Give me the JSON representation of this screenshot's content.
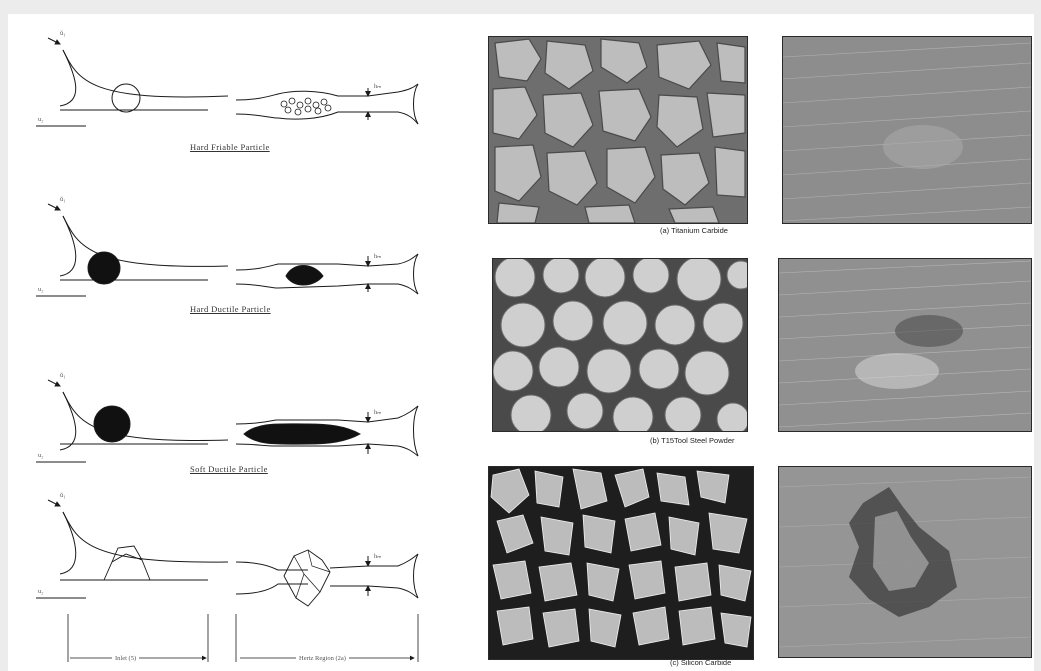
{
  "diagrams": {
    "cases": [
      {
        "caption": "Hard Friable Particle"
      },
      {
        "caption": "Hard Ductile Particle"
      },
      {
        "caption": "Soft Ductile Particle"
      }
    ],
    "labels": {
      "u1": "ŭ₁",
      "u2": "u₂",
      "hm": "hₘ",
      "inlet": "Inlet (5)",
      "hertz": "Hertz Region (2a)"
    }
  },
  "micrographs": [
    {
      "caption": "(a)  Titanium Carbide"
    },
    {
      "caption": "(b)  T15Tool Steel Powder"
    },
    {
      "caption": "(c)  Silicon Carbide"
    }
  ],
  "colors": {
    "ink": "#1a1a1a",
    "page": "#ffffff",
    "frame": "#ececec"
  }
}
